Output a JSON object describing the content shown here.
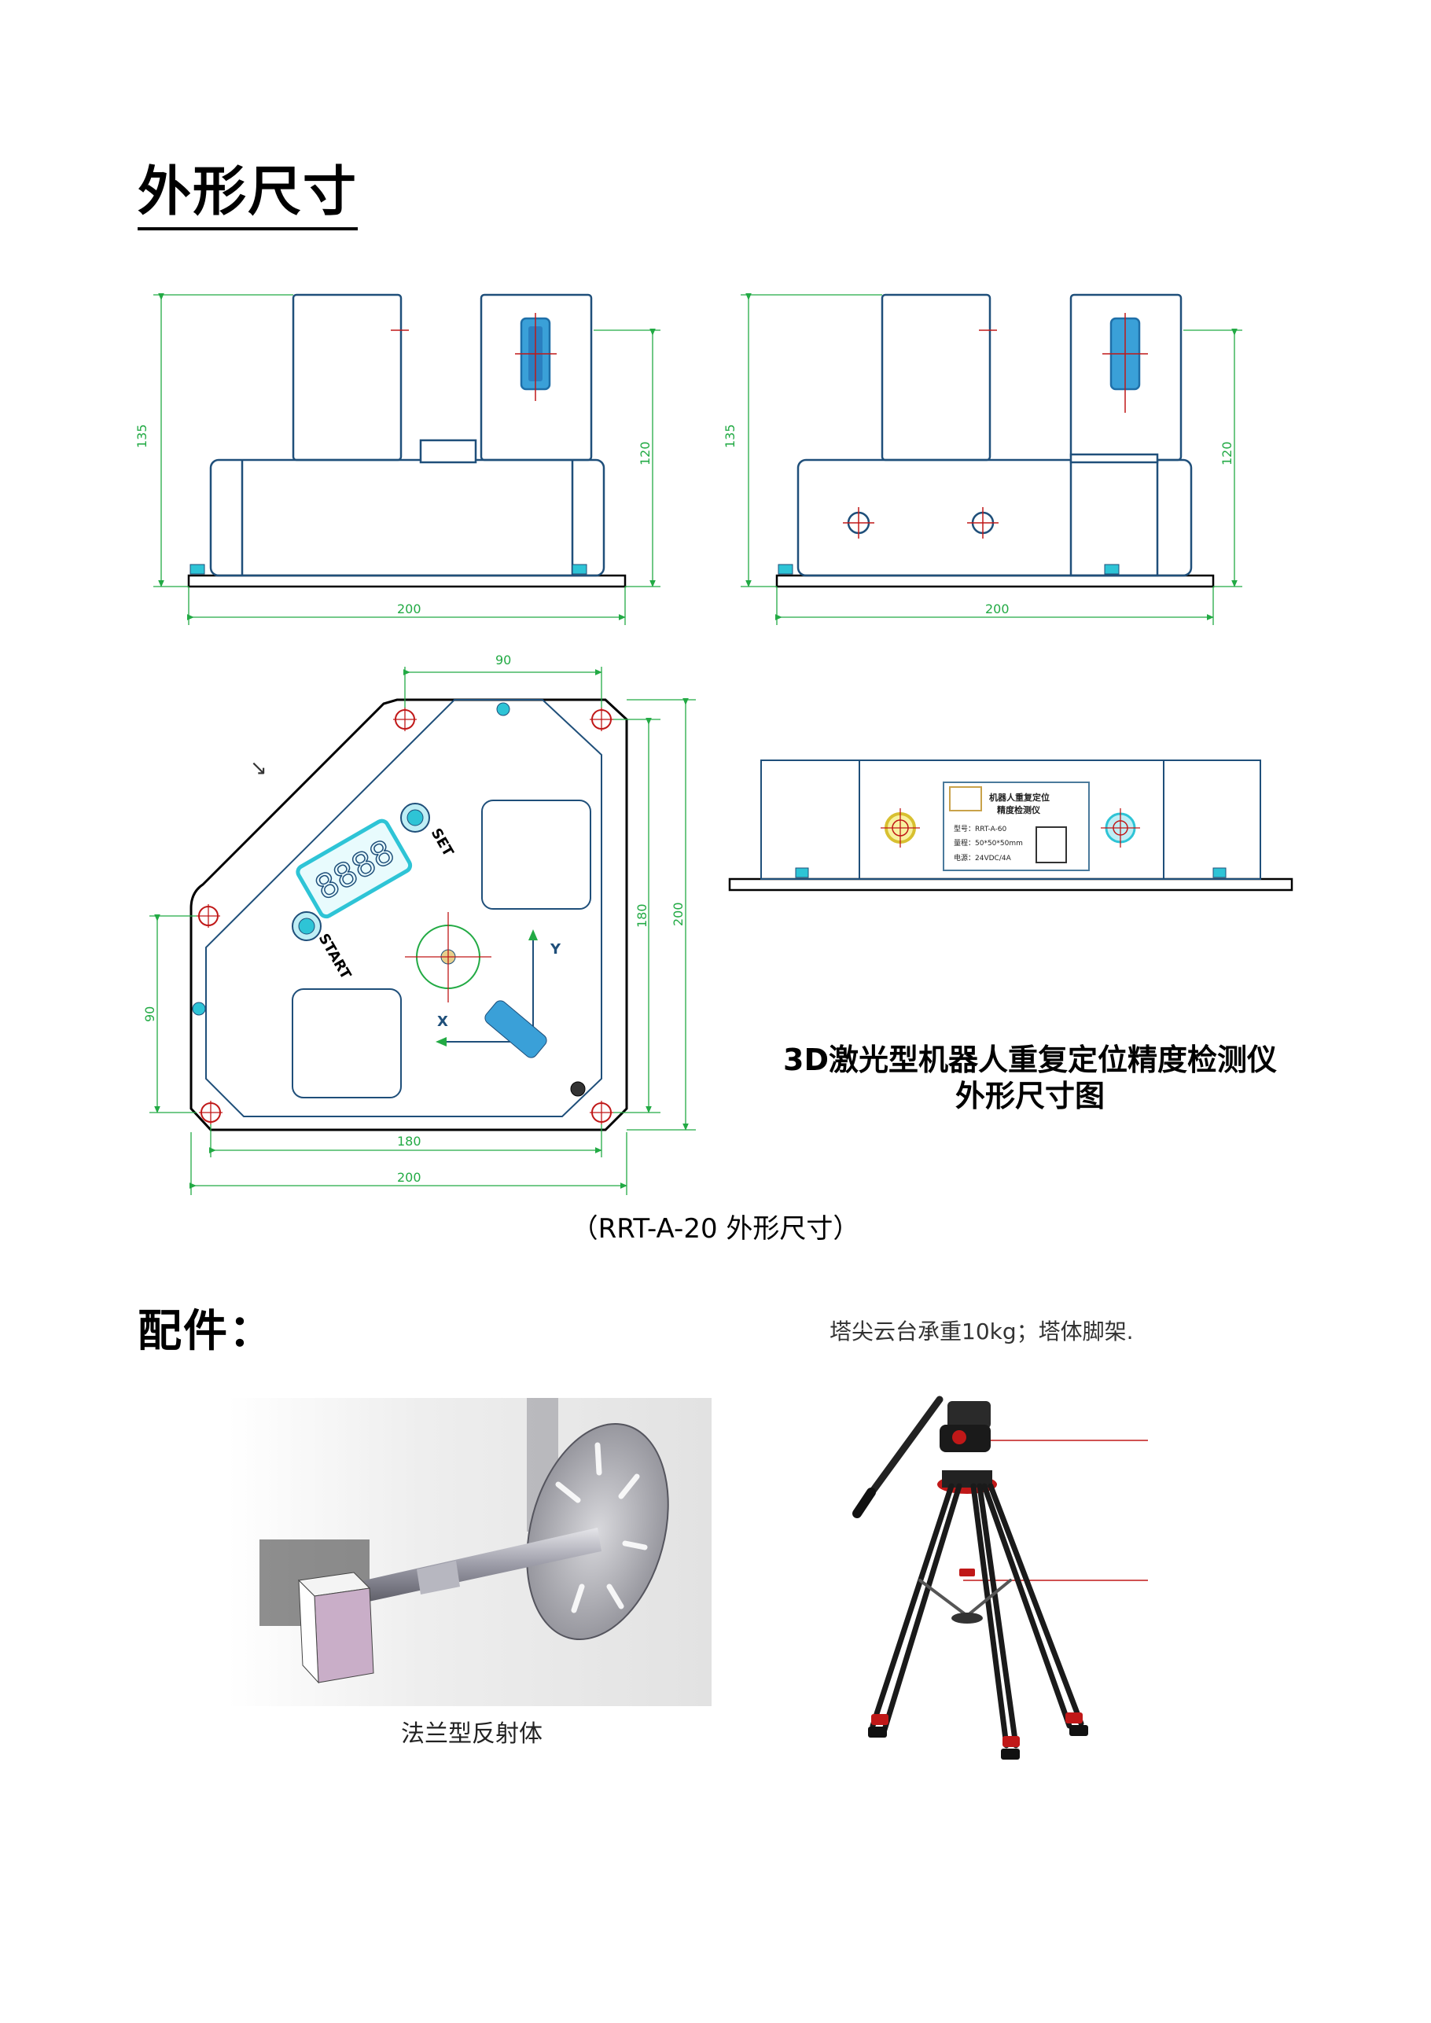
{
  "headings": {
    "dimensions": "外形尺寸",
    "accessories": "配件："
  },
  "drawing": {
    "front_view": {
      "height_total": "135",
      "height_right": "120",
      "width": "200"
    },
    "rear_view": {
      "height_total": "135",
      "height_right": "120",
      "width": "200"
    },
    "top_view": {
      "top_width": "90",
      "inner_height": "180",
      "outer_height": "200",
      "left_height": "90",
      "inner_width": "180",
      "outer_width": "200",
      "btn_set": "SET",
      "btn_start": "START",
      "display": "8888",
      "axis_x": "X",
      "axis_y": "Y"
    },
    "side_view": {
      "label_title1": "机器人重复定位",
      "label_title2": "精度检测仪",
      "label_model": "型号：RRT-A-60",
      "label_range": "量程：50*50*50mm",
      "label_power": "电源：24VDC/4A"
    },
    "title_line1": "3D激光型机器人重复定位精度检测仪",
    "title_line2": "外形尺寸图"
  },
  "caption": "（RRT-A-20 外形尺寸）",
  "accessories": {
    "flange_label": "法兰型反射体",
    "tripod_label": "塔尖云台承重10kg；塔体脚架."
  },
  "colors": {
    "dimension": "#22aa44",
    "outline": "#1f4f7a",
    "cyan": "#2ec4d6",
    "red": "#c01818"
  }
}
